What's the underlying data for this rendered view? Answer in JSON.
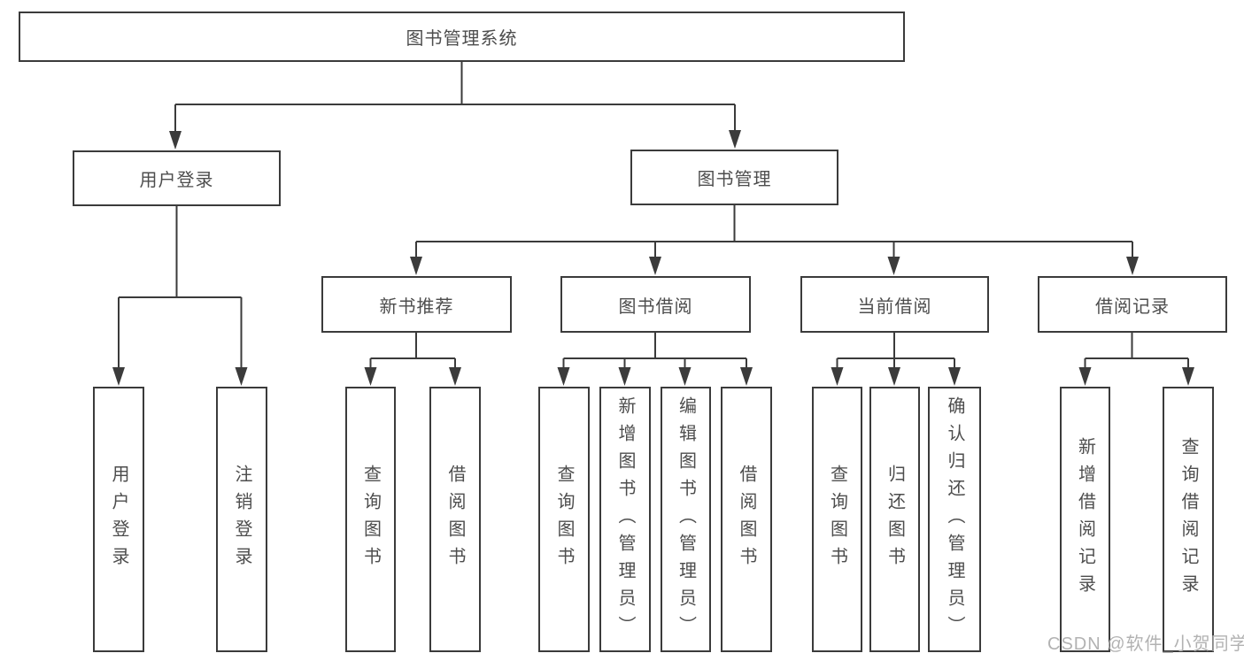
{
  "diagram": {
    "root": {
      "label": "图书管理系统"
    },
    "branches": [
      {
        "label": "用户登录",
        "children": [
          {
            "label": "用户登录"
          },
          {
            "label": "注销登录"
          }
        ]
      },
      {
        "label": "图书管理",
        "children": [
          {
            "label": "新书推荐",
            "children": [
              {
                "label": "查询图书"
              },
              {
                "label": "借阅图书"
              }
            ]
          },
          {
            "label": "图书借阅",
            "children": [
              {
                "label": "查询图书"
              },
              {
                "label": "新增图书（管理员）"
              },
              {
                "label": "编辑图书（管理员）"
              },
              {
                "label": "借阅图书"
              }
            ]
          },
          {
            "label": "当前借阅",
            "children": [
              {
                "label": "查询图书"
              },
              {
                "label": "归还图书"
              },
              {
                "label": "确认归还（管理员）"
              }
            ]
          },
          {
            "label": "借阅记录",
            "children": [
              {
                "label": "新增借阅记录"
              },
              {
                "label": "查询借阅记录"
              }
            ]
          }
        ]
      }
    ]
  },
  "watermark": {
    "text": "CSDN @软件_小贺同学"
  },
  "colors": {
    "line": "#3b3b3b",
    "box_border": "#3b3b3b",
    "box_fill": "#ffffff",
    "text": "#4d4d4d",
    "watermark": "#b2b2b2",
    "background": "#ffffff"
  }
}
